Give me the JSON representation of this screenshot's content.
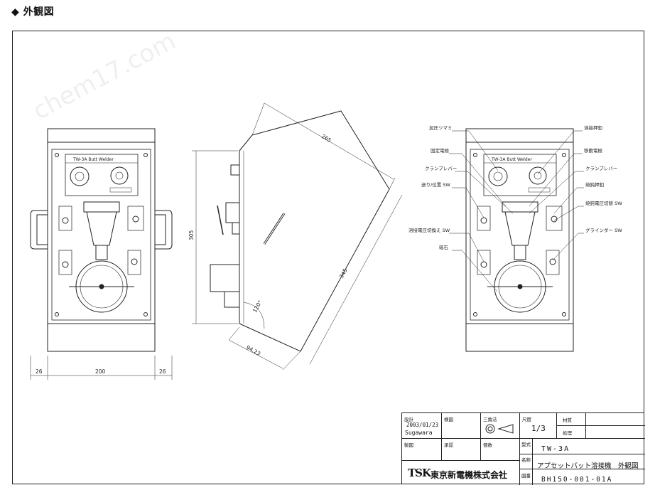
{
  "page": {
    "heading": "◆ 外観図",
    "watermark": "chem17.com"
  },
  "drawing": {
    "panel": {
      "title": "TW-3A Butt Welder"
    },
    "dimensions": {
      "left_gap": "26",
      "width": "200",
      "right_gap": "26",
      "side_height": "305",
      "top_diag": "265",
      "long_diag": "345",
      "angle": "120°",
      "bottom_diag": "94.23"
    },
    "callouts": {
      "pressure_knob": "加圧ツマミ",
      "fixed_electrode": "固定電極",
      "clamp_lever_left": "クランプレバー",
      "feed_switch": "送り/位置 SW",
      "weld_voltage_switch": "溶接電圧切換え SW",
      "grindstone": "砥石",
      "weld_button": "溶接押釦",
      "moving_electrode": "移動電極",
      "clamp_lever_right": "クランプレバー",
      "anneal_button": "焼鈍押釦",
      "anneal_voltage_switch": "焼鈍電圧切替 SW",
      "grinder_switch": "グラインダー SW"
    }
  },
  "title_block": {
    "design_label": "設計",
    "design_date": "2003/01/23",
    "designer": "Sugawara",
    "check_label": "検図",
    "projection_label": "三角法",
    "scale_label": "尺度",
    "scale_value": "1/3",
    "material_label": "材質",
    "treatment_label": "処理",
    "drawing_label": "製図",
    "approval_label": "承認",
    "quantity_label": "個数",
    "model_label": "型式",
    "model_value": "TW-3A",
    "name_label": "名称",
    "name_value": "アプセットバット溶接機　外観図",
    "number_label": "図番",
    "number_value": "BH150-001-01A",
    "company_logo": "TSK",
    "company": "東京新電機株式会社"
  }
}
